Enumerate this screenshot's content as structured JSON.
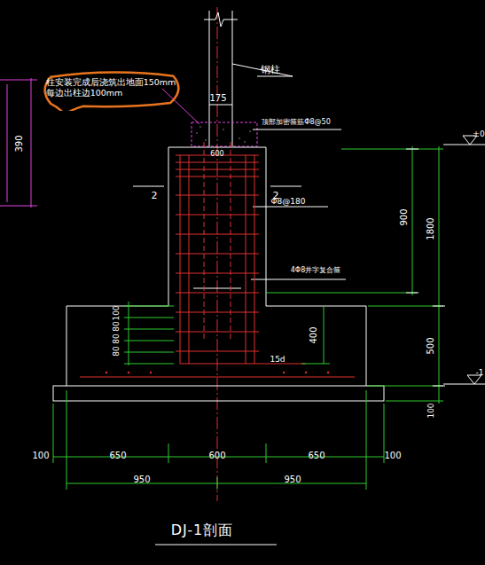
{
  "diagram": {
    "caption": "DJ-1剖面",
    "nodes": [
      {
        "text": [
          "柱安装完成后浇筑出地面150mm",
          "每边出柱边100mm"
        ]
      }
    ],
    "labels": [
      "390",
      "175",
      "钢柱",
      "600",
      "顶部加密箍筋Φ8@50",
      "±0",
      "2",
      "2",
      "Φ8@180",
      "900",
      "1800",
      "4Φ8井字复合箍",
      "400",
      "100",
      "80",
      "80",
      "80",
      "15d",
      "500",
      "-1",
      "100",
      "100",
      "650",
      "600",
      "650",
      "100",
      "950",
      "950"
    ]
  }
}
